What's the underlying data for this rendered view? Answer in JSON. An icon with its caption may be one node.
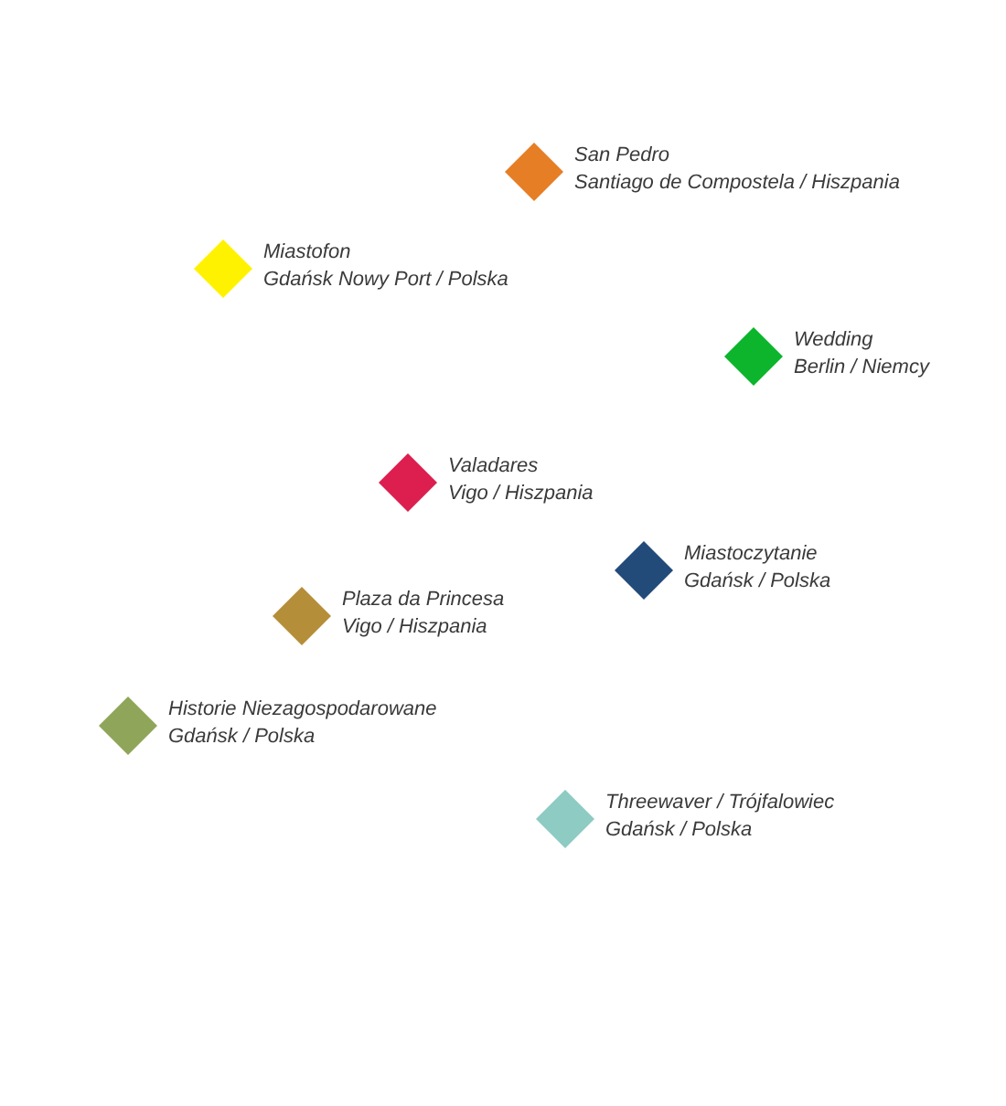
{
  "diagram": {
    "nodes": [
      {
        "text": [],
        "shape": "diamond",
        "beside": [
          "San Pedro",
          "Santiago de Compostela / Hiszpania"
        ]
      },
      {
        "text": [],
        "shape": "diamond",
        "beside": [
          "Miastofon",
          "Gdańsk Nowy Port / Polska"
        ]
      },
      {
        "text": [],
        "shape": "diamond",
        "beside": [
          "Wedding",
          "Berlin / Niemcy"
        ]
      },
      {
        "text": [],
        "shape": "diamond",
        "beside": [
          "Valadares",
          "Vigo / Hiszpania"
        ]
      },
      {
        "text": [],
        "shape": "diamond",
        "beside": [
          "Miastoczytanie",
          "Gdańsk / Polska"
        ]
      },
      {
        "text": [],
        "shape": "diamond",
        "beside": [
          "Plaza da Princesa",
          "Vigo / Hiszpania"
        ]
      },
      {
        "text": [],
        "shape": "diamond",
        "beside": [
          "Historie Niezagospodarowane",
          "Gdańsk / Polska"
        ]
      },
      {
        "text": [],
        "shape": "diamond",
        "beside": [
          "Threewaver / Trójfalowiec",
          "Gdańsk / Polska"
        ]
      }
    ]
  }
}
